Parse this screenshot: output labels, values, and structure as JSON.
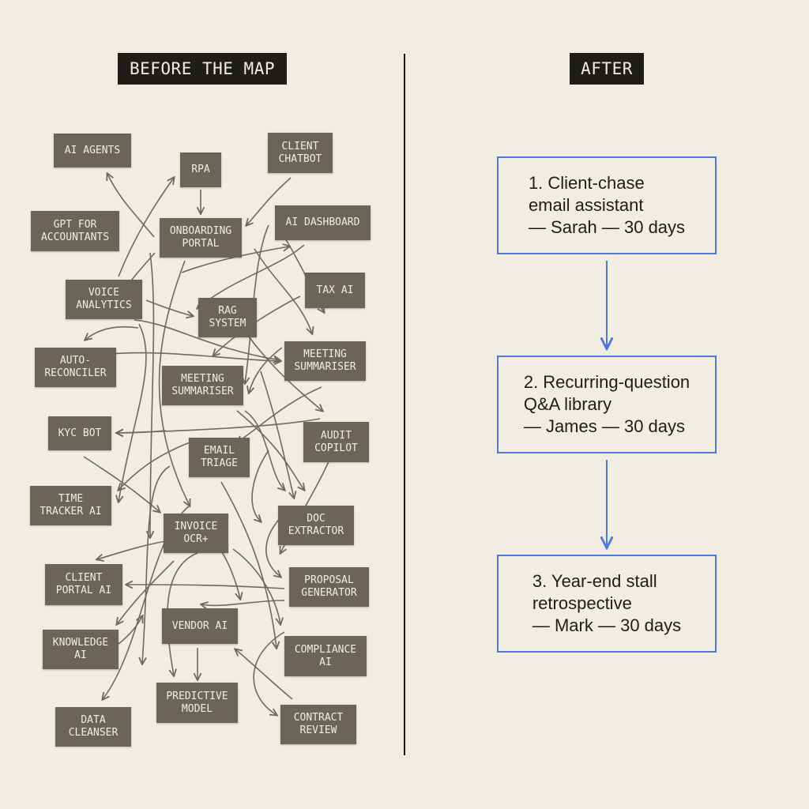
{
  "before": {
    "title": "BEFORE THE MAP",
    "nodes": {
      "ai_agents": "AI AGENTS",
      "rpa": "RPA",
      "client_chatbot": "CLIENT\nCHATBOT",
      "gpt_for_accountants": "GPT FOR\nACCOUNTANTS",
      "onboarding_portal": "ONBOARDING\nPORTAL",
      "ai_dashboard": "AI DASHBOARD",
      "voice_analytics": "VOICE\nANALYTICS",
      "tax_ai": "TAX AI",
      "rag_system": "RAG\nSYSTEM",
      "auto_reconciler": "AUTO-\nRECONCILER",
      "meeting_summariser_right": "MEETING\nSUMMARISER",
      "meeting_summariser_center": "MEETING\nSUMMARISER",
      "kyc_bot": "KYC BOT",
      "audit_copilot": "AUDIT\nCOPILOT",
      "email_triage": "EMAIL\nTRIAGE",
      "time_tracker_ai": "TIME\nTRACKER AI",
      "invoice_ocr": "INVOICE\nOCR+",
      "doc_extractor": "DOC\nEXTRACTOR",
      "client_portal_ai": "CLIENT\nPORTAL AI",
      "proposal_generator": "PROPOSAL\nGENERATOR",
      "vendor_ai": "VENDOR AI",
      "knowledge_ai": "KNOWLEDGE\nAI",
      "compliance_ai": "COMPLIANCE\nAI",
      "predictive_model": "PREDICTIVE\nMODEL",
      "data_cleanser": "DATA\nCLEANSER",
      "contract_review": "CONTRACT\nREVIEW"
    }
  },
  "after": {
    "title": "AFTER",
    "steps": [
      {
        "text": "1. Client-chase\n    email assistant\n    — Sarah — 30 days"
      },
      {
        "text": "2. Recurring-question\n    Q&A library\n    — James — 30 days"
      },
      {
        "text": "3. Year-end stall\n    retrospective\n    — Mark — 30 days"
      }
    ]
  },
  "colors": {
    "background": "#f1ede2",
    "node_fill": "#6b6559",
    "title_fill": "#1f1d1a",
    "arrow_gray": "#6f695e",
    "step_border": "#4c7ae0"
  }
}
